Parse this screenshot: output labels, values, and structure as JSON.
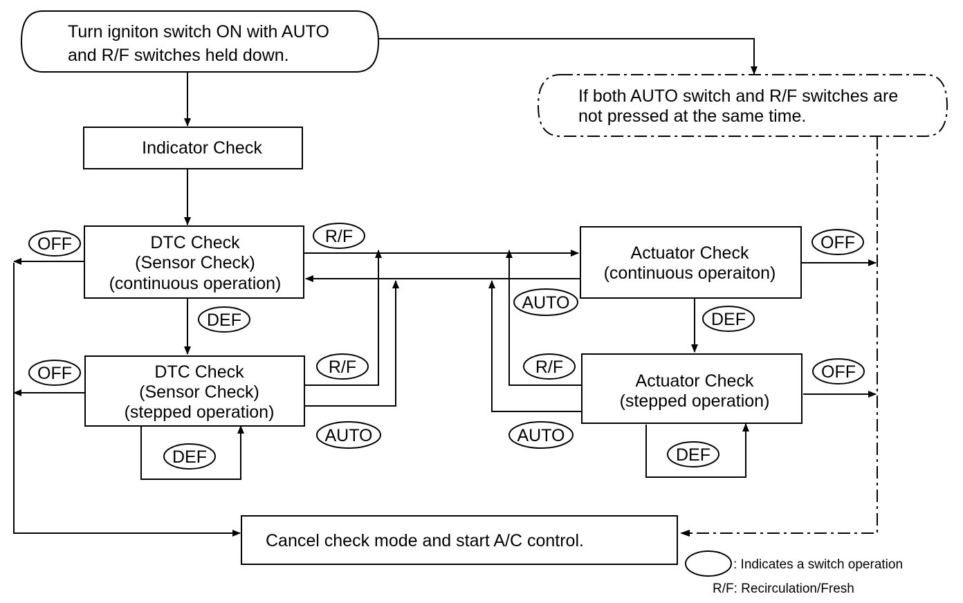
{
  "start": {
    "line1": "Turn igniton switch ON with AUTO",
    "line2": "and R/F switches held down."
  },
  "alternate": {
    "line1": "If both AUTO switch and R/F switches are",
    "line2": "not pressed at the same time."
  },
  "indicator_check": "Indicator Check",
  "dtc_continuous": {
    "line1": "DTC Check",
    "line2": "(Sensor Check)",
    "line3": "(continuous operation)"
  },
  "dtc_stepped": {
    "line1": "DTC Check",
    "line2": "(Sensor Check)",
    "line3": "(stepped operation)"
  },
  "actuator_continuous": {
    "line1": "Actuator Check",
    "line2": "(continuous operaiton)"
  },
  "actuator_stepped": {
    "line1": "Actuator Check",
    "line2": "(stepped operation)"
  },
  "cancel": "Cancel check mode and start A/C control.",
  "switches": {
    "off": "OFF",
    "def": "DEF",
    "rf": "R/F",
    "auto": "AUTO"
  },
  "legend": {
    "oval_note": ": Indicates a switch operation",
    "rf_note": "R/F: Recirculation/Fresh"
  }
}
